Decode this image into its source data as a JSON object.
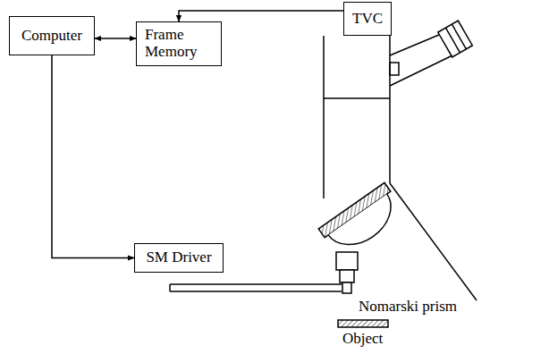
{
  "diagram": {
    "nodes": [
      {
        "text": [
          "Computer"
        ]
      },
      {
        "text": [
          "Frame Memory"
        ]
      },
      {
        "text": [
          "TVC"
        ]
      },
      {
        "text": [
          "SM Driver"
        ]
      }
    ],
    "edges": [
      {
        "from": 0,
        "to": 1,
        "arrow": "both"
      },
      {
        "from": 2,
        "to": 1,
        "arrow": "to"
      },
      {
        "from": 0,
        "to": 3,
        "arrow": "to"
      }
    ],
    "labels": [
      "Nomarski prism",
      "Object"
    ]
  }
}
